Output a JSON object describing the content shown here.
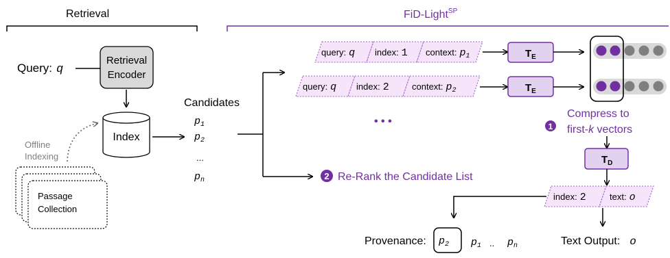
{
  "sections": {
    "retrieval": "Retrieval",
    "fid_light": "FiD-Light",
    "fid_light_sup": "SP"
  },
  "query": {
    "label": "Query:",
    "var": "q"
  },
  "retrieval_encoder": {
    "line1": "Retrieval",
    "line2": "Encoder"
  },
  "index": "Index",
  "offline": {
    "line1": "Offline",
    "line2": "Indexing"
  },
  "passages": {
    "line1": "Passage",
    "line2": "Collection"
  },
  "candidates": {
    "title": "Candidates",
    "p": "p",
    "sub1": "1",
    "sub2": "2",
    "subn": "n",
    "ellipsis": "..."
  },
  "row1": {
    "query_label": "query:",
    "query_var": "q",
    "index_label": "index:",
    "index_val": "1",
    "context_label": "context:",
    "context_var": "p",
    "context_sub": "1"
  },
  "row2": {
    "query_label": "query:",
    "query_var": "q",
    "index_label": "index:",
    "index_val": "2",
    "context_label": "context:",
    "context_var": "p",
    "context_sub": "2"
  },
  "rows_ellipsis": "• • •",
  "encoder": {
    "T": "T",
    "sub": "E"
  },
  "decoder": {
    "T": "T",
    "sub": "D"
  },
  "compress": {
    "step": "1",
    "line1": "Compress to",
    "line2_pre": "first-",
    "line2_k": "k",
    "line2_post": " vectors"
  },
  "rerank": {
    "step": "2",
    "label": "Re-Rank the Candidate List"
  },
  "output_seq": {
    "index_label": "index:",
    "index_val": "2",
    "text_label": "text:",
    "text_var": "o"
  },
  "provenance": {
    "label": "Provenance:",
    "p": "p",
    "sub2": "2",
    "sub1": "1",
    "subn": "n",
    "dots": ".."
  },
  "text_output": {
    "label": "Text Output:",
    "var": "o"
  },
  "colors": {
    "purple": "#7030a0",
    "pink_fill": "#f6e4fb",
    "pink_border": "#9e5fc4",
    "box_fill": "#e2d1ef",
    "grey": "#7f7f7f",
    "encoder_grey": "#d9d9d9"
  }
}
